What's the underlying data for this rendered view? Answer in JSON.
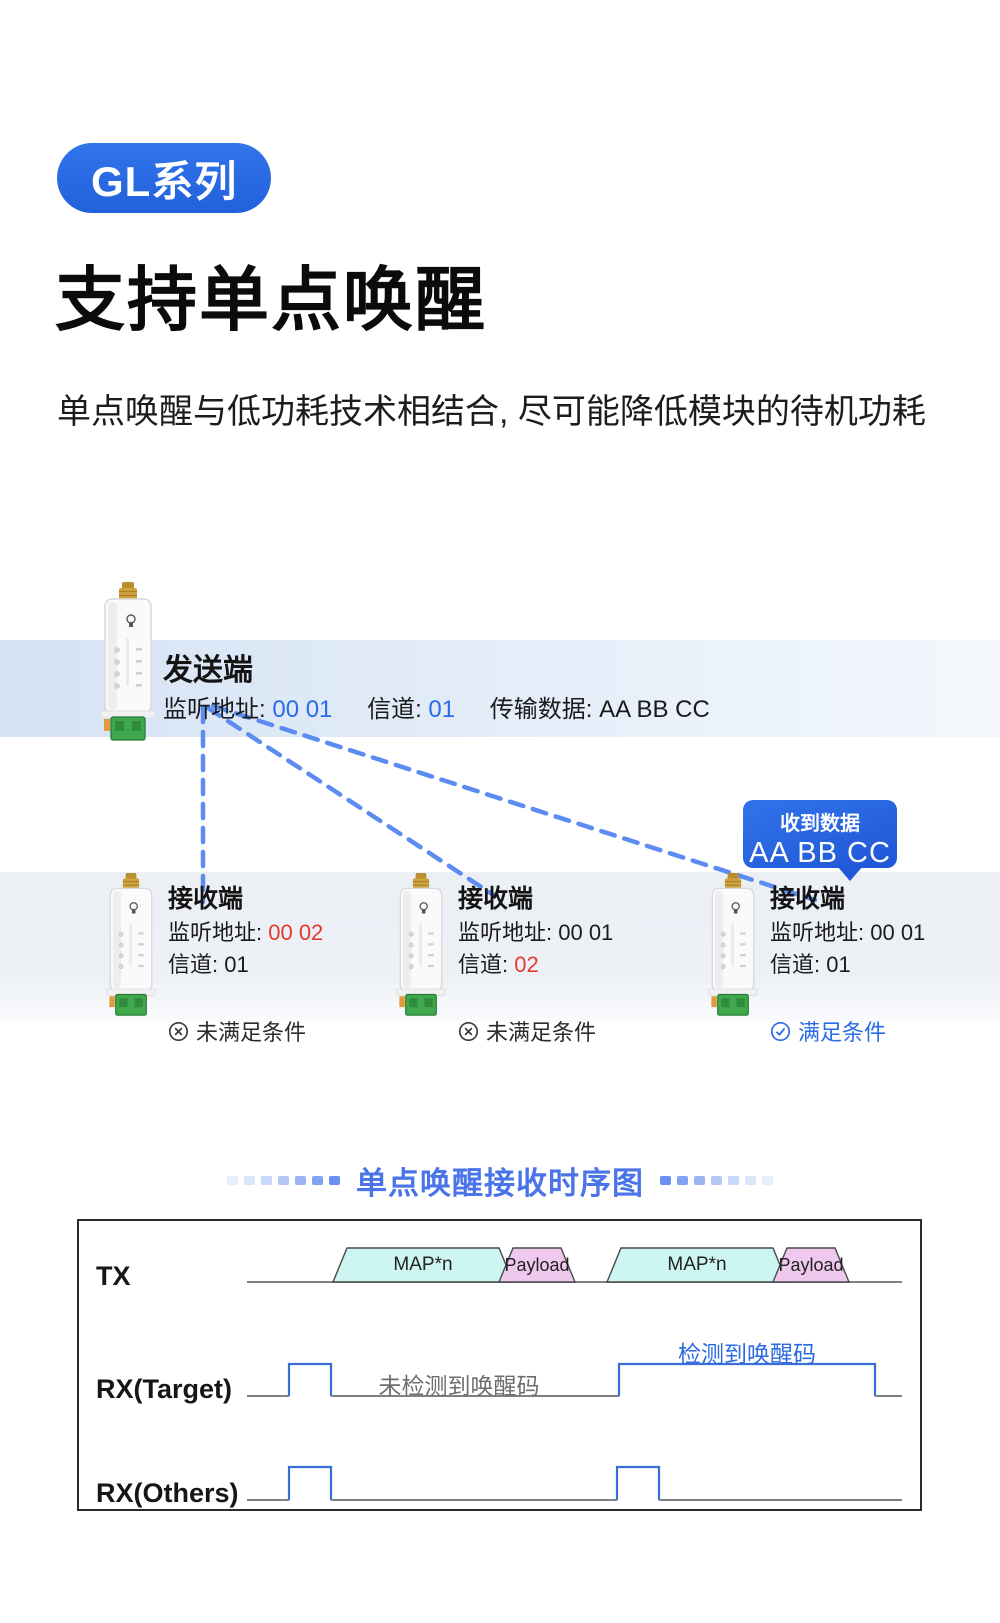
{
  "badge": {
    "label": "GL系列"
  },
  "title": "支持单点唤醒",
  "subtitle": "单点唤醒与低功耗技术相结合, 尽可能降低模块的待机功耗",
  "transmitter": {
    "name": "发送端",
    "listen_addr_label": "监听地址: ",
    "listen_addr": "00 01",
    "channel_label": "信道: ",
    "channel": "01",
    "data_label": "传输数据: ",
    "data": "AA BB CC"
  },
  "bubble": {
    "title": "收到数据",
    "value": "AA BB CC"
  },
  "receivers": [
    {
      "name": "接收端",
      "listen_addr_label": "监听地址: ",
      "listen_addr": "00 02",
      "channel_label": "信道: ",
      "channel": "01",
      "status": "未满足条件",
      "condition_met": false
    },
    {
      "name": "接收端",
      "listen_addr_label": "监听地址: ",
      "listen_addr": "00 01",
      "channel_label": "信道: ",
      "channel": "02",
      "status": "未满足条件",
      "condition_met": false
    },
    {
      "name": "接收端",
      "listen_addr_label": "监听地址: ",
      "listen_addr": "00 01",
      "channel_label": "信道: ",
      "channel": "01",
      "status": "满足条件",
      "condition_met": true
    }
  ],
  "timing": {
    "section_title": "单点唤醒接收时序图",
    "row_tx": "TX",
    "row_rx_target": "RX(Target)",
    "row_rx_others": "RX(Others)",
    "map_label": "MAP*n",
    "payload_label": "Payload",
    "not_detected": "未检测到唤醒码",
    "detected": "检测到唤醒码"
  },
  "colors": {
    "accent_blue": "#2A6BE8",
    "alert_red": "#E63A2E",
    "bubble_blue": "#2563DF",
    "timing_title_blue": "#4A74E8",
    "map_fill": "#CDF5F2",
    "payload_fill": "#EEC9ED",
    "signal_blue": "#3A6FD8",
    "signal_gray": "#808080"
  }
}
